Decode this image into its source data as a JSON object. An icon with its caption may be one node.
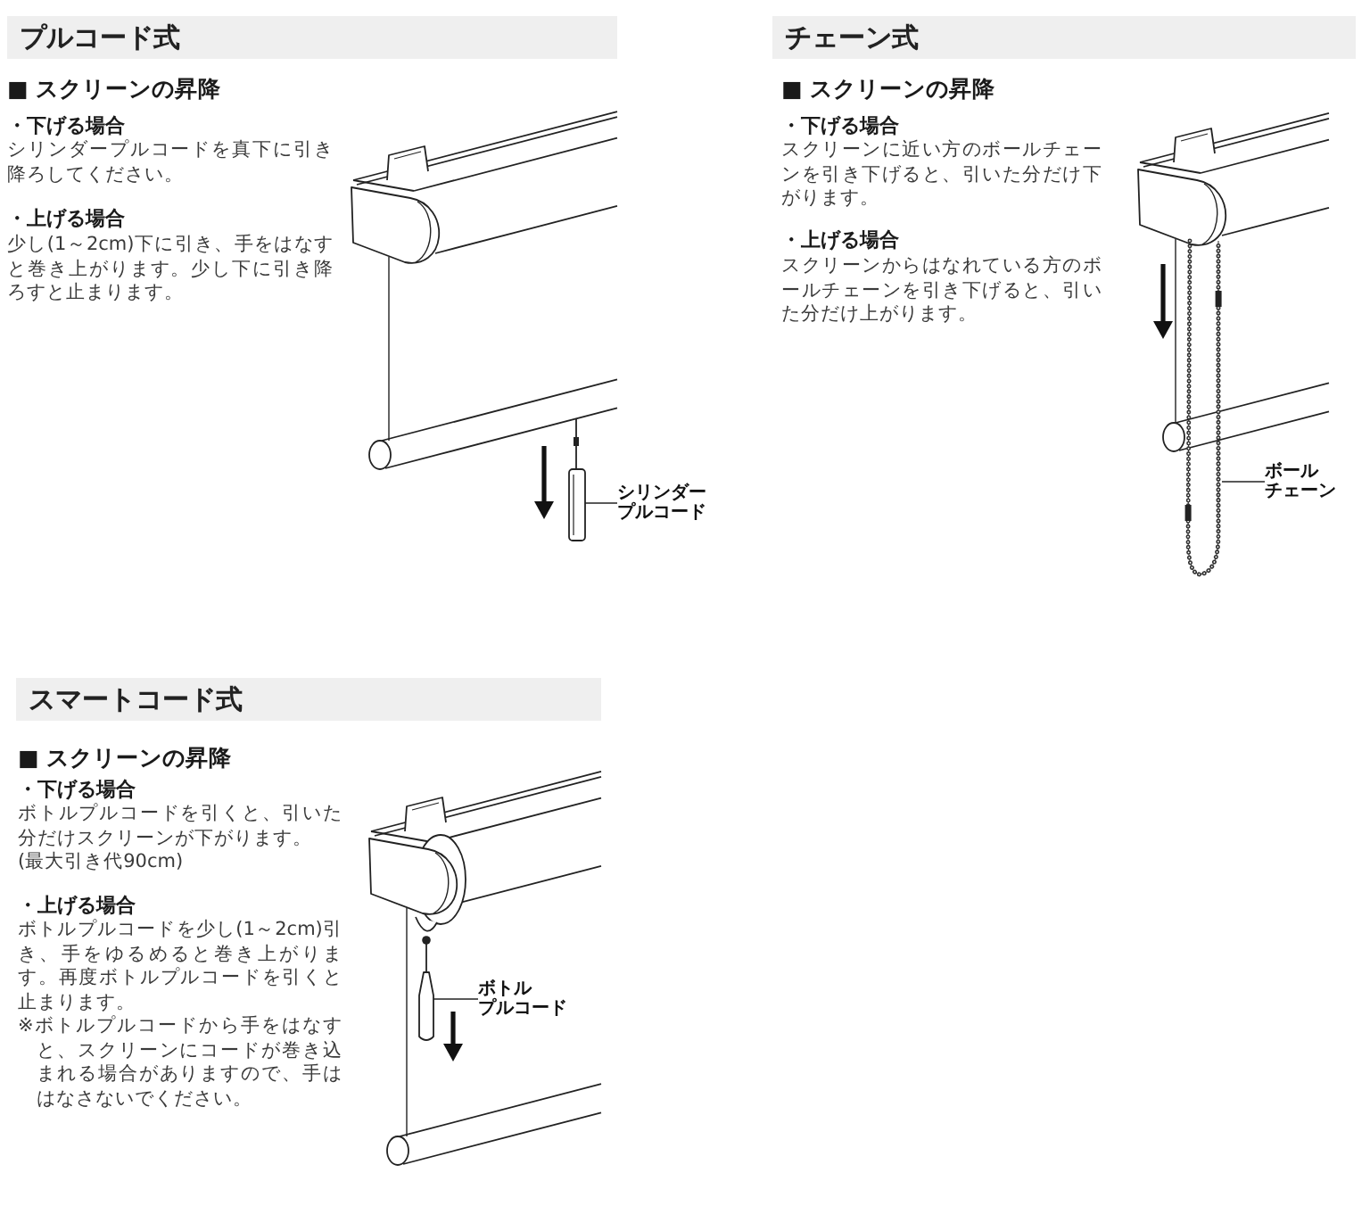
{
  "diagram": {
    "nodes": [
      {
        "text": [
          "プルコード式"
        ]
      },
      {
        "text": [
          "シリンダープルコード"
        ]
      },
      {
        "text": [
          "チェーン式"
        ]
      },
      {
        "text": [
          "ボールチェーン"
        ]
      },
      {
        "text": [
          "スマートコード式"
        ]
      },
      {
        "text": [
          "ボトルプルコード"
        ]
      }
    ],
    "edges": [
      {
        "from": 1,
        "to": null,
        "arrow": "none"
      },
      {
        "from": 3,
        "to": null,
        "arrow": "none"
      },
      {
        "from": 5,
        "to": null,
        "arrow": "none"
      }
    ],
    "labels": [
      "■ スクリーンの昇降",
      "・下げる場合",
      "シリンダープルコードを真下に引き降ろしてください。",
      "・上げる場合",
      "少し(1～2cm)下に引き、手をはなすと巻き上がります。少し下に引き降ろすと止まります。",
      "■ スクリーンの昇降",
      "・下げる場合",
      "スクリーンに近い方のボールチェーンを引き下げると、引いた分だけ下がります。",
      "・上げる場合",
      "スクリーンからはなれている方のボールチェーンを引き下げると、引いた分だけ上がります。",
      "■ スクリーンの昇降",
      "・下げる場合",
      "ボトルプルコードを引くと、引いた分だけスクリーンが下がります。",
      "(最大引き代90cm)",
      "・上げる場合",
      "ボトルプルコードを少し(1～2cm)引き、手をゆるめると巻き上がります。再度ボトルプルコードを引くと止まります。",
      "※ボトルプルコードから手をはなすと、スクリーンにコードが巻き込まれる場合がありますので、手ははなさないでください。"
    ]
  }
}
